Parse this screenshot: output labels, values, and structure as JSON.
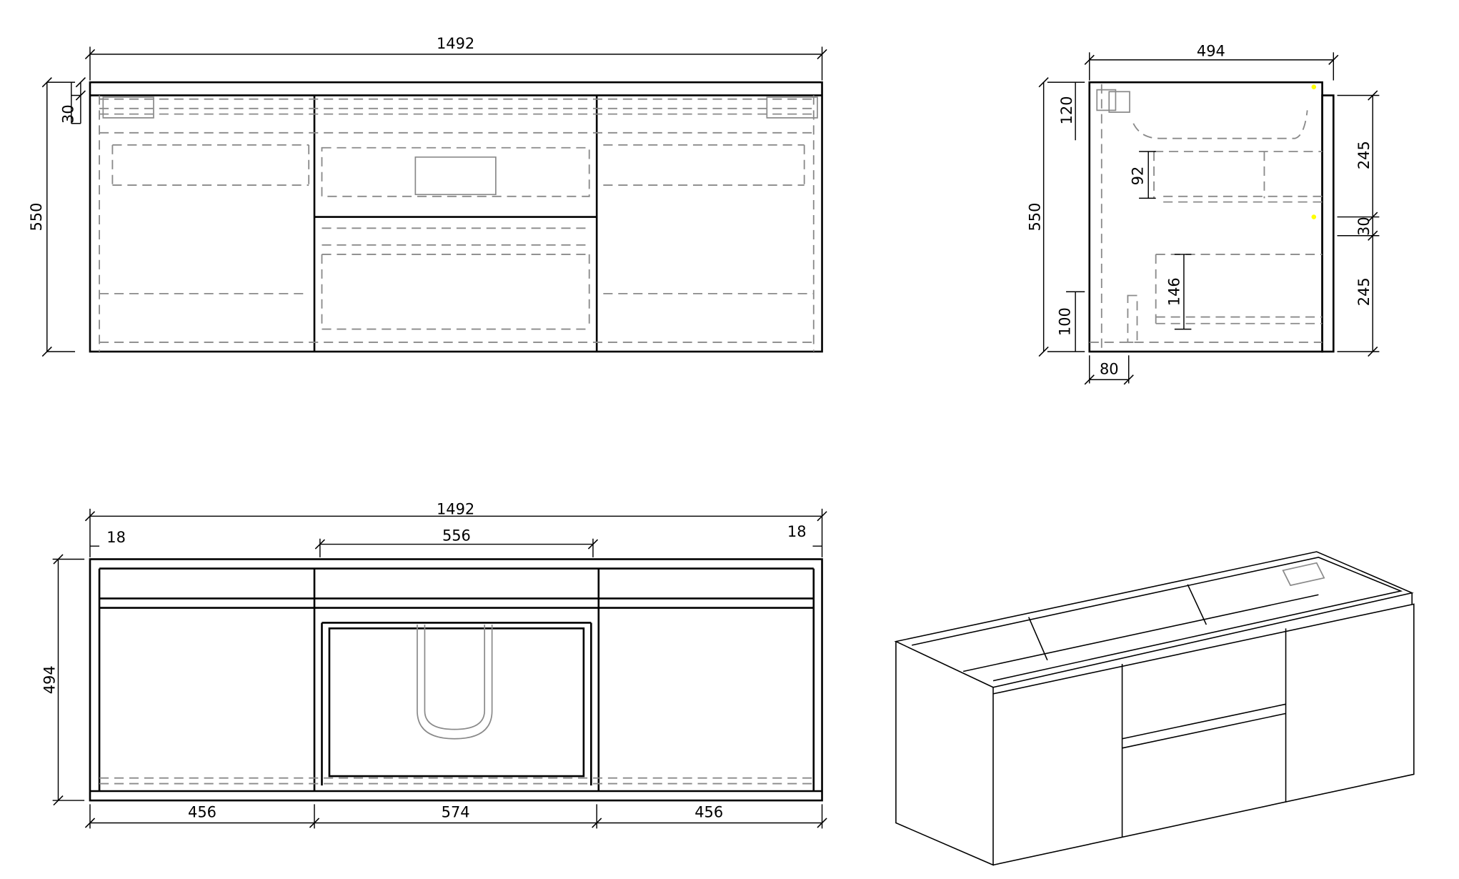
{
  "front_view": {
    "overall_width": "1492",
    "height": "550",
    "top_thickness": "30"
  },
  "side_view": {
    "depth": "494",
    "height": "550",
    "top_offset": "120",
    "drawer_upper": "245",
    "rail": "30",
    "drawer_lower": "245",
    "drawer_inner_upper": "92",
    "drawer_inner_lower": "146",
    "plinth_height": "100",
    "plinth_depth": "80"
  },
  "plan_view": {
    "overall_width": "1492",
    "side_left": "18",
    "center_opening": "556",
    "side_right": "18",
    "depth": "494",
    "left_section": "456",
    "center_section": "574",
    "right_section": "456"
  },
  "colors": {
    "line": "#000000",
    "hidden_line": "#8a8a8a",
    "marker": "#ffff00"
  }
}
